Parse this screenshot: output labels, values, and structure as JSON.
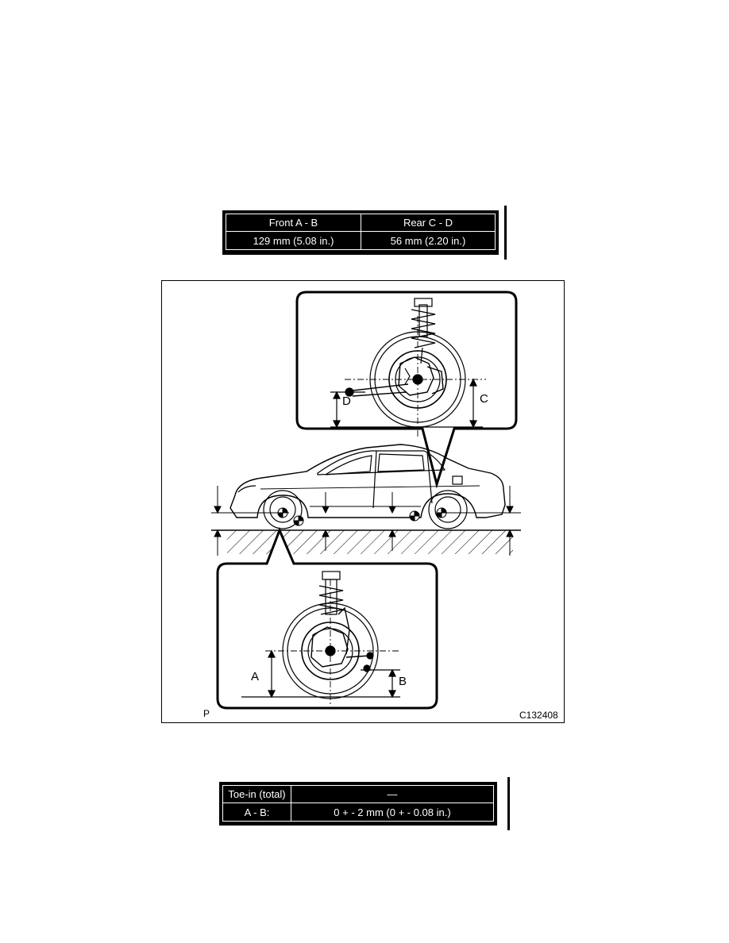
{
  "height_table": {
    "header": [
      "Front A - B",
      "Rear C - D"
    ],
    "row": [
      "129 mm (5.08 in.)",
      "56 mm (2.20 in.)"
    ]
  },
  "figure": {
    "label_A": "A",
    "label_B": "B",
    "label_C": "C",
    "label_D": "D",
    "corner_mark": "P",
    "figure_code": "C132408"
  },
  "toe_table": {
    "header": [
      "Toe-in (total)",
      "—"
    ],
    "row": [
      "A - B:",
      "0 + - 2 mm (0 + - 0.08 in.)"
    ]
  }
}
